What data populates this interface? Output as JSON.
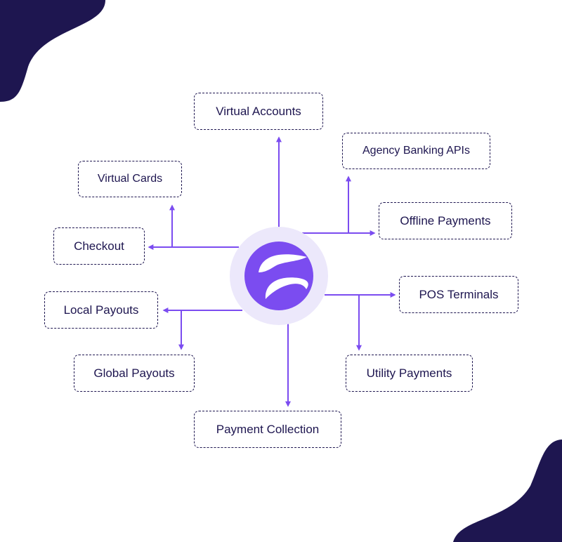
{
  "colors": {
    "accent": "#7b4cf0",
    "brand_dark": "#1e1650",
    "hub_halo": "#ece8fb",
    "logo_mark": "#ffffff"
  },
  "hub": {
    "icon": "brand-logo-icon"
  },
  "nodes": {
    "virtual_accounts": "Virtual Accounts",
    "agency_banking_apis": "Agency Banking APIs",
    "virtual_cards": "Virtual Cards",
    "offline_payments": "Offline Payments",
    "checkout": "Checkout",
    "pos_terminals": "POS Terminals",
    "local_payouts": "Local Payouts",
    "global_payouts": "Global Payouts",
    "utility_payments": "Utility Payments",
    "payment_collection": "Payment Collection"
  }
}
